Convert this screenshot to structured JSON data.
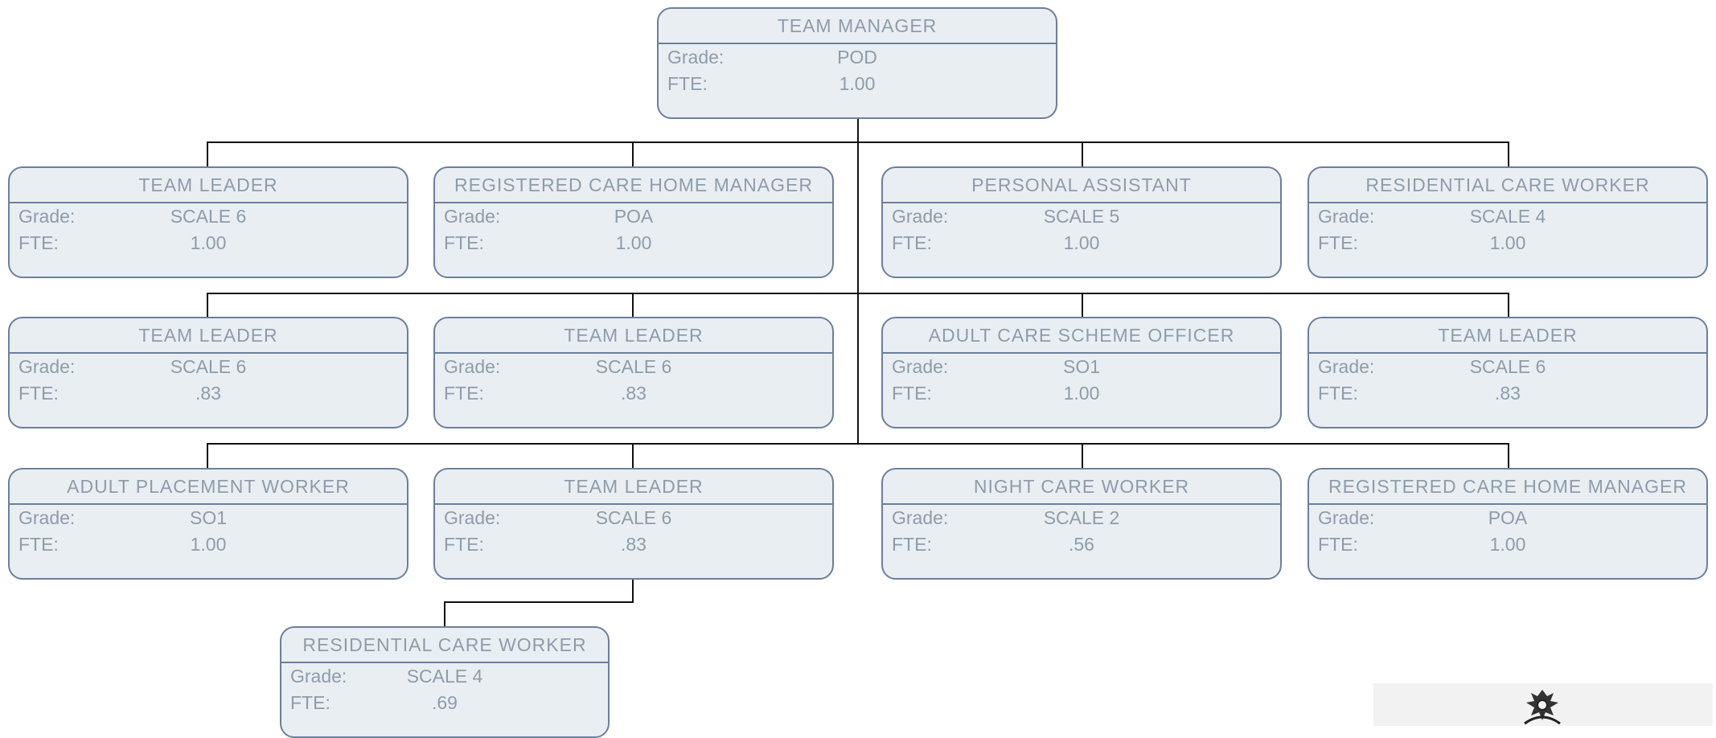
{
  "labels": {
    "grade": "Grade:",
    "fte": "FTE:"
  },
  "nodes": [
    {
      "title": "TEAM MANAGER",
      "grade": "POD",
      "fte": "1.00"
    },
    {
      "title": "TEAM LEADER",
      "grade": "SCALE 6",
      "fte": "1.00"
    },
    {
      "title": "REGISTERED CARE HOME MANAGER",
      "grade": "POA",
      "fte": "1.00"
    },
    {
      "title": "PERSONAL ASSISTANT",
      "grade": "SCALE 5",
      "fte": "1.00"
    },
    {
      "title": "RESIDENTIAL CARE WORKER",
      "grade": "SCALE 4",
      "fte": "1.00"
    },
    {
      "title": "TEAM LEADER",
      "grade": "SCALE 6",
      "fte": ".83"
    },
    {
      "title": "TEAM LEADER",
      "grade": "SCALE 6",
      "fte": ".83"
    },
    {
      "title": "ADULT CARE SCHEME OFFICER",
      "grade": "SO1",
      "fte": "1.00"
    },
    {
      "title": "TEAM LEADER",
      "grade": "SCALE 6",
      "fte": ".83"
    },
    {
      "title": "ADULT PLACEMENT WORKER",
      "grade": "SO1",
      "fte": "1.00"
    },
    {
      "title": "TEAM LEADER",
      "grade": "SCALE 6",
      "fte": ".83"
    },
    {
      "title": "NIGHT CARE WORKER",
      "grade": "SCALE 2",
      "fte": ".56"
    },
    {
      "title": "REGISTERED CARE HOME MANAGER",
      "grade": "POA",
      "fte": "1.00"
    },
    {
      "title": "RESIDENTIAL CARE WORKER",
      "grade": "SCALE 4",
      "fte": ".69"
    }
  ],
  "colors": {
    "box_fill": "#e9eef2",
    "box_border": "#6c7f9c",
    "text": "#8e9caa",
    "connector": "#111111"
  },
  "logo_icon": "crest-icon"
}
